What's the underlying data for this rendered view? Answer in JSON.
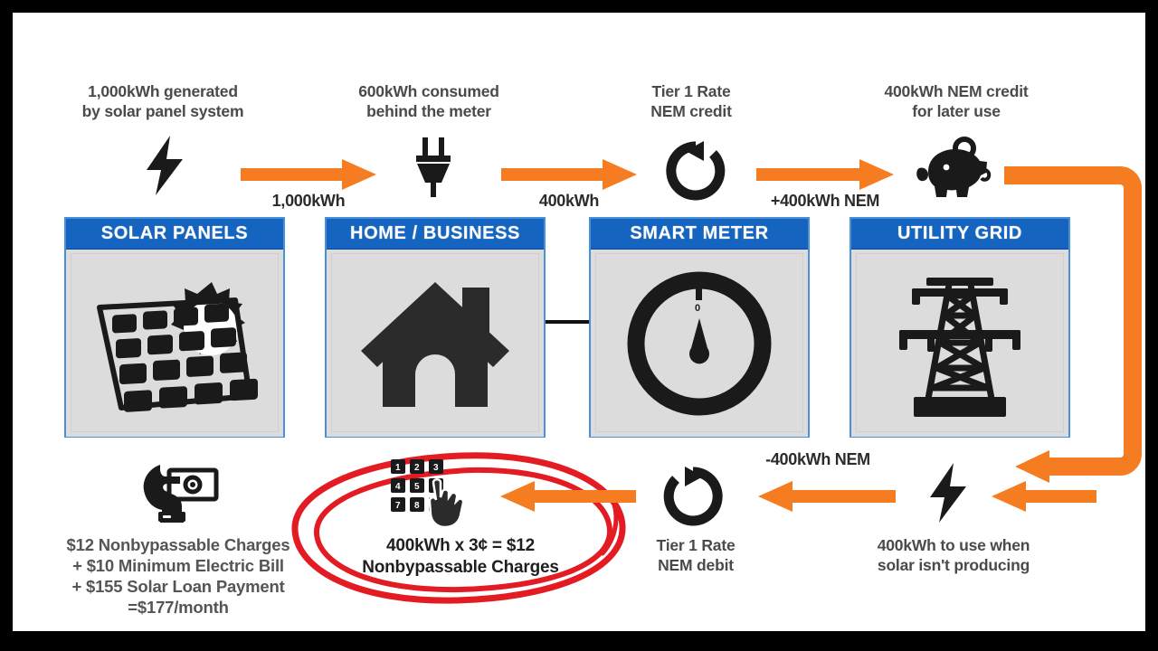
{
  "diagram": {
    "title_row": {
      "step1": "1,000kWh generated\nby solar panel system",
      "step2": "600kWh consumed\nbehind the meter",
      "step3": "Tier 1 Rate\nNEM credit",
      "step4": "400kWh NEM credit\nfor later use"
    },
    "flow_labels_top": {
      "arrow1": "1,000kWh",
      "arrow2": "400kWh",
      "arrow3": "+400kWh NEM"
    },
    "cards": [
      {
        "title": "SOLAR PANELS",
        "icon": "solar-panel-icon"
      },
      {
        "title": "HOME / BUSINESS",
        "icon": "house-icon"
      },
      {
        "title": "SMART METER",
        "icon": "meter-gauge-icon"
      },
      {
        "title": "UTILITY GRID",
        "icon": "transmission-tower-icon"
      }
    ],
    "meter": {
      "zero_label": "0"
    },
    "flow_labels_bottom": {
      "arrow_return": "-400kWh NEM"
    },
    "bottom_row": {
      "cost_summary": "$12 Nonbypassable Charges\n+ $10 Minimum Electric Bill\n+ $155 Solar Loan Payment\n=$177/month",
      "highlighted_calc": "400kWh x 3¢ = $12\nNonbypassable Charges",
      "nem_debit": "Tier 1 Rate\nNEM debit",
      "grid_usage": "400kWh to use when\nsolar isn't producing"
    },
    "icons": {
      "bolt_top": "lightning-bolt-icon",
      "plug": "power-plug-icon",
      "refresh_credit": "refresh-counterclockwise-icon",
      "piggy_bank": "piggy-bank-icon",
      "money_hand": "hand-with-cash-icon",
      "keypad": "keypad-hand-icon",
      "refresh_debit": "refresh-clockwise-icon",
      "bolt_bottom": "lightning-bolt-icon"
    },
    "colors": {
      "orange": "#F57C20",
      "header_blue": "#1565c0",
      "card_border": "#4a90d9",
      "card_fill": "#dcdcdc",
      "annotation_red": "#e31b23",
      "frame_black": "#000000",
      "text_gray": "#4a4a4a"
    }
  }
}
